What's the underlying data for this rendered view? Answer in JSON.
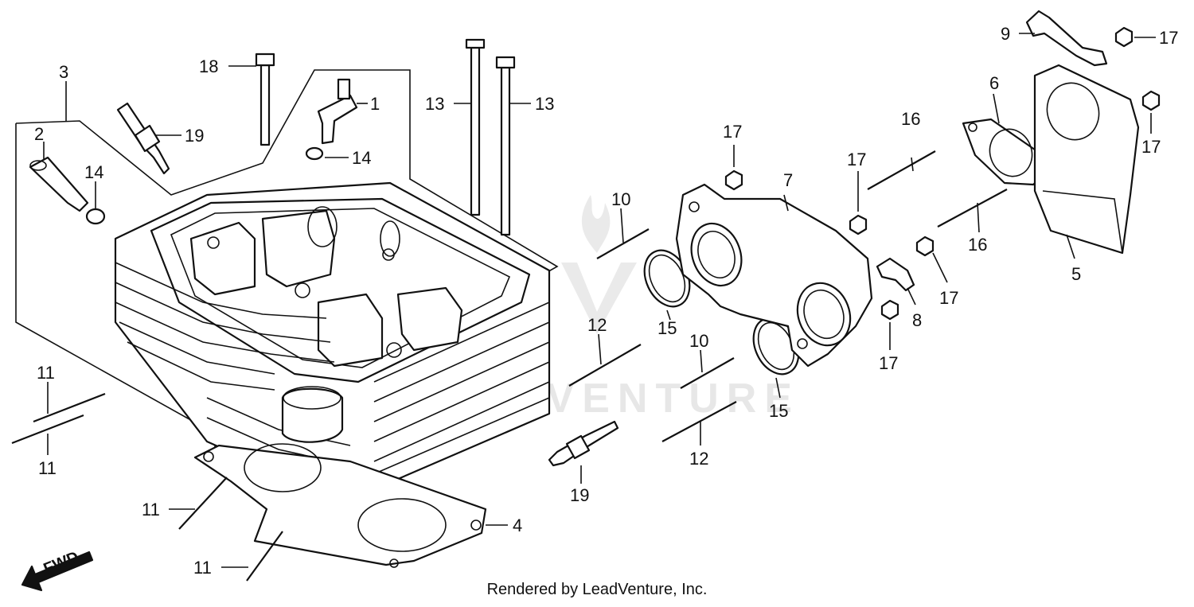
{
  "diagram": {
    "watermark": "LEADVENTURE",
    "fwd_label": "FWD",
    "credit": "Rendered by LeadVenture, Inc.",
    "callouts": {
      "c1": "1",
      "c2": "2",
      "c3": "3",
      "c4": "4",
      "c5": "5",
      "c6": "6",
      "c7": "7",
      "c8": "8",
      "c9": "9",
      "c10a": "10",
      "c10b": "10",
      "c11a": "11",
      "c11b": "11",
      "c11c": "11",
      "c11d": "11",
      "c12a": "12",
      "c12b": "12",
      "c13a": "13",
      "c13b": "13",
      "c14a": "14",
      "c14b": "14",
      "c15a": "15",
      "c15b": "15",
      "c16a": "16",
      "c16b": "16",
      "c17a": "17",
      "c17b": "17",
      "c17c": "17",
      "c17d": "17",
      "c17e": "17",
      "c17f": "17",
      "c18": "18",
      "c19a": "19",
      "c19b": "19"
    }
  }
}
